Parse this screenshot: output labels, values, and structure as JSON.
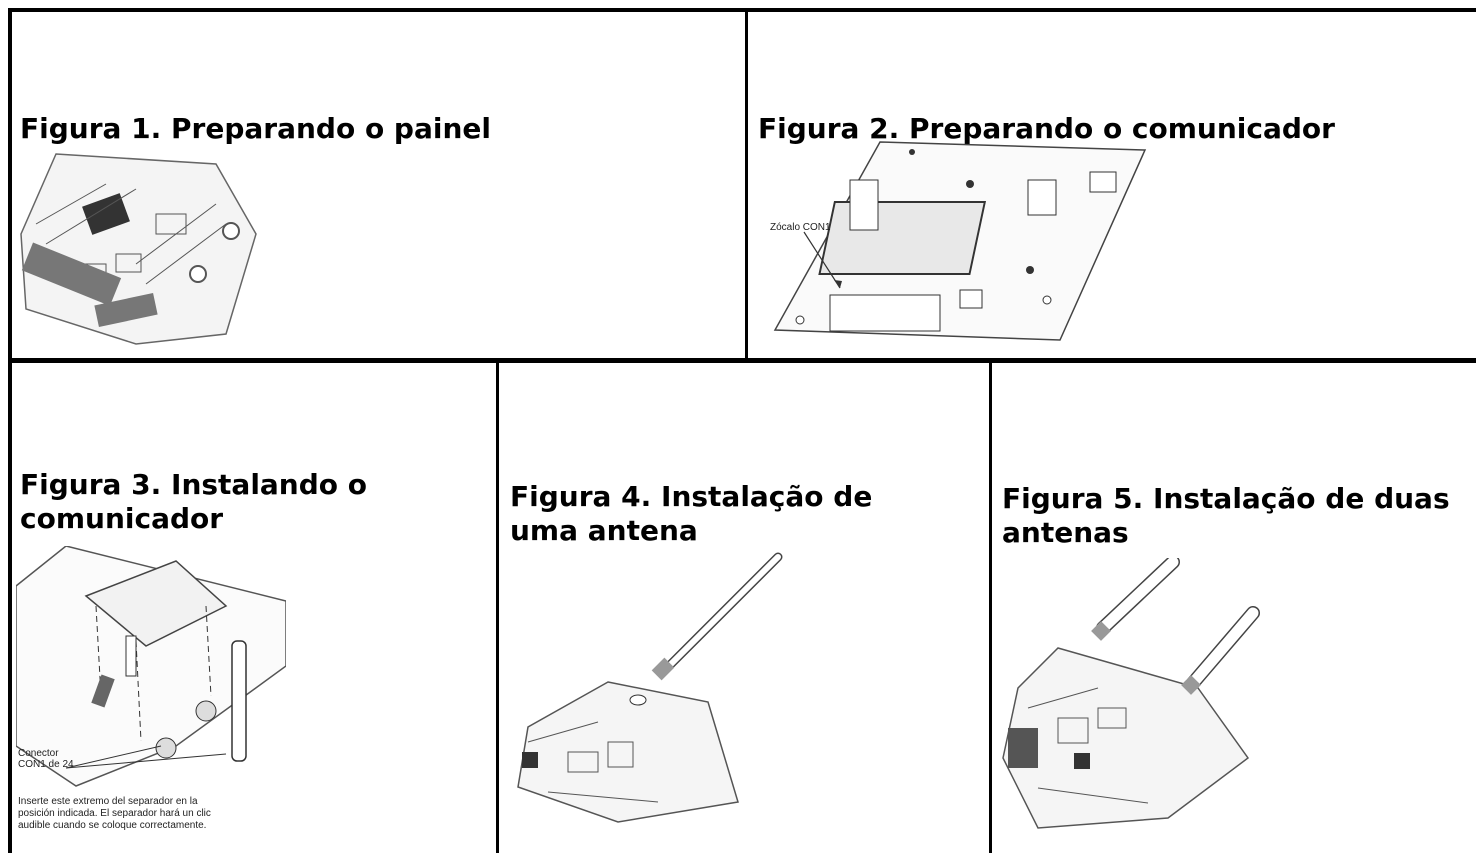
{
  "figures": {
    "fig1": {
      "caption": "Figura 1. Preparando o painel"
    },
    "fig2": {
      "caption": "Figura 2. Preparando o comunicador",
      "callout": "Zócalo CON1"
    },
    "fig3": {
      "caption": "Figura 3. Instalando o comunicador",
      "connector_line1": "Conector",
      "connector_line2": "CON1 de 24",
      "note_line1": "Inserte este extremo del separador en la",
      "note_line2": "posición indicada. El separador hará un clic",
      "note_line3": "audible cuando se coloque correctamente."
    },
    "fig4": {
      "caption": "Figura 4. Instalação de uma antena"
    },
    "fig5": {
      "caption": "Figura 5. Instalação de duas antenas"
    }
  }
}
